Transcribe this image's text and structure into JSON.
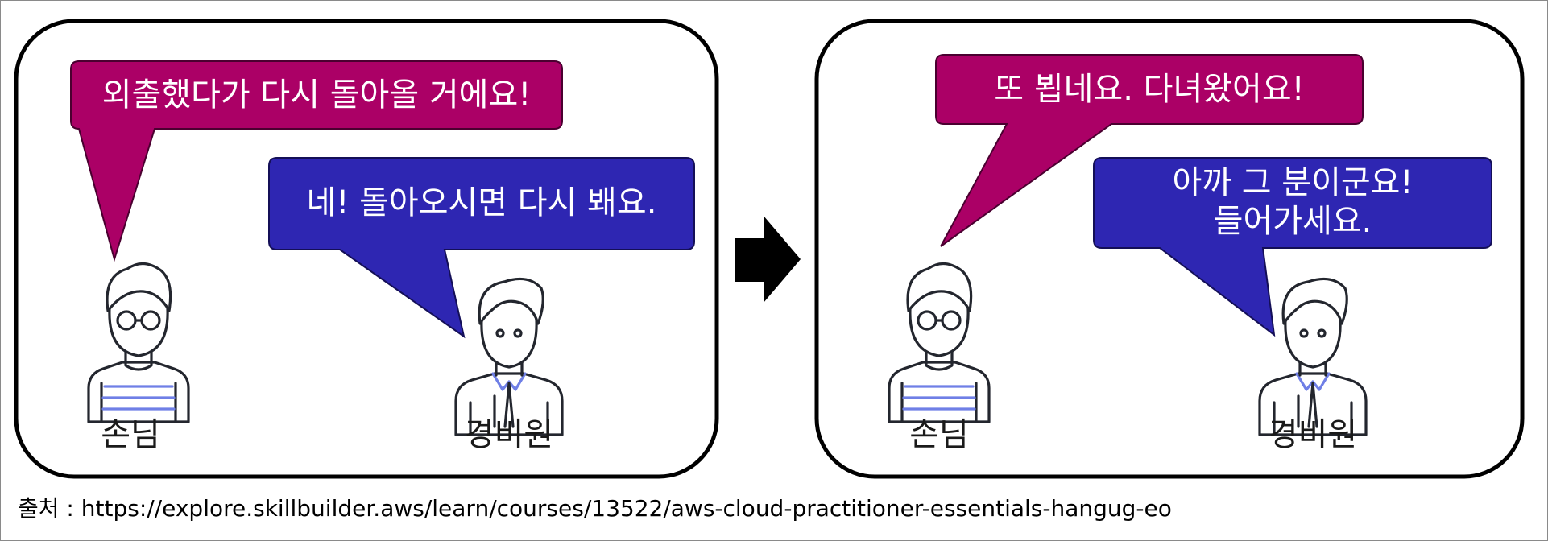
{
  "panels": [
    {
      "guest_bubble": [
        "외출했다가 다시 돌아올 거에요!"
      ],
      "guard_bubble": [
        "네! 돌아오시면 다시 봬요."
      ],
      "guest_label": "손님",
      "guard_label": "경비원"
    },
    {
      "guest_bubble": [
        "또 뵙네요. 다녀왔어요!"
      ],
      "guard_bubble": [
        "아까 그 분이군요!",
        "들어가세요."
      ],
      "guest_label": "손님",
      "guard_label": "경비원"
    }
  ],
  "colors": {
    "guest_bubble": "#ab0066",
    "guard_bubble": "#2e26b2",
    "arrow": "#000000",
    "accent": "#6f7fe6"
  },
  "icons": {
    "arrow": "right-arrow-icon",
    "guest": "guest-person-icon",
    "guard": "guard-person-icon"
  },
  "source_text": "출처 : https://explore.skillbuilder.aws/learn/courses/13522/aws-cloud-practitioner-essentials-hangug-eo"
}
